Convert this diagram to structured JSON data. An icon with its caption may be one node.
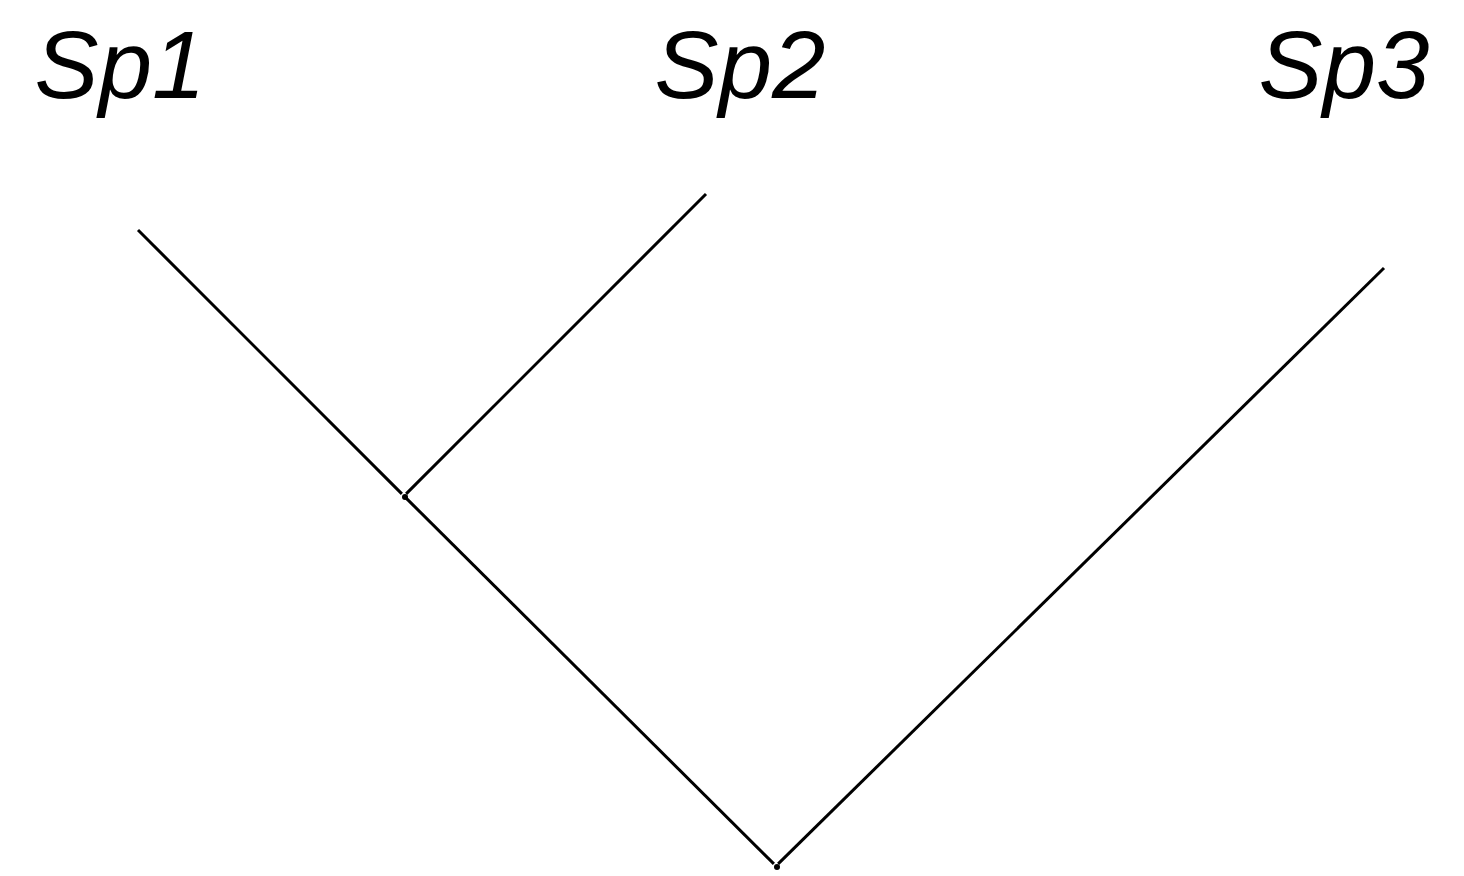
{
  "diagram": {
    "nodes": [
      {
        "text": [
          "Sp1"
        ]
      },
      {
        "text": [
          "Sp2"
        ]
      },
      {
        "text": [
          "Sp3"
        ]
      },
      {
        "text": [],
        "shape": "point"
      },
      {
        "text": [],
        "shape": "point"
      }
    ],
    "edges": [
      {
        "from": 4,
        "to": 3,
        "arrow": "none"
      },
      {
        "from": 3,
        "to": 0,
        "arrow": "none"
      },
      {
        "from": 3,
        "to": 1,
        "arrow": "none"
      },
      {
        "from": 4,
        "to": 2,
        "arrow": "none"
      }
    ]
  }
}
